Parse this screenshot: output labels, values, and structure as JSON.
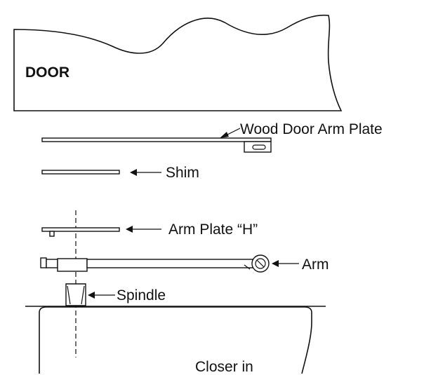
{
  "door": {
    "label": "DOOR"
  },
  "parts": {
    "wood_door_arm_plate": "Wood Door Arm Plate",
    "shim": "Shim",
    "arm_plate_h": "Arm Plate “H”",
    "arm": "Arm",
    "spindle": "Spindle",
    "closer": "Closer in"
  }
}
